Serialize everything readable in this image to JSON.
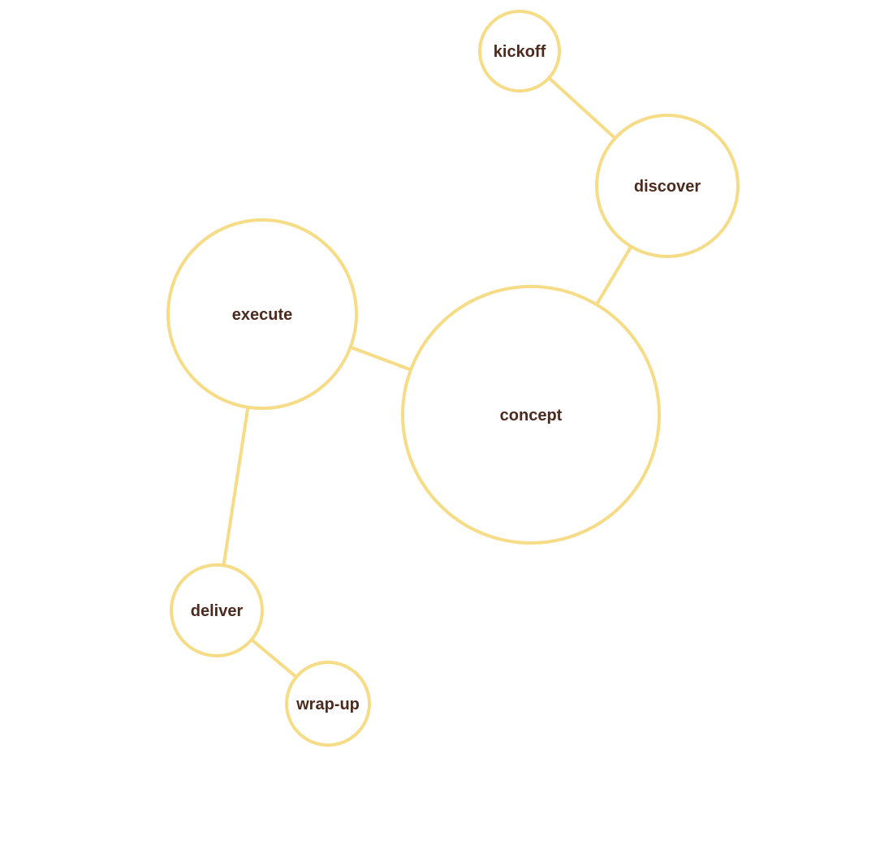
{
  "colors": {
    "stroke": "#f6dc86",
    "fill": "#ffffff",
    "label": "#4d2a1e"
  },
  "nodes": [
    {
      "id": "kickoff",
      "label": "kickoff"
    },
    {
      "id": "discover",
      "label": "discover"
    },
    {
      "id": "concept",
      "label": "concept"
    },
    {
      "id": "execute",
      "label": "execute"
    },
    {
      "id": "deliver",
      "label": "deliver"
    },
    {
      "id": "wrap-up",
      "label": "wrap-up"
    }
  ],
  "edges": [
    [
      "kickoff",
      "discover"
    ],
    [
      "discover",
      "concept"
    ],
    [
      "concept",
      "execute"
    ],
    [
      "execute",
      "deliver"
    ],
    [
      "deliver",
      "wrap-up"
    ]
  ]
}
